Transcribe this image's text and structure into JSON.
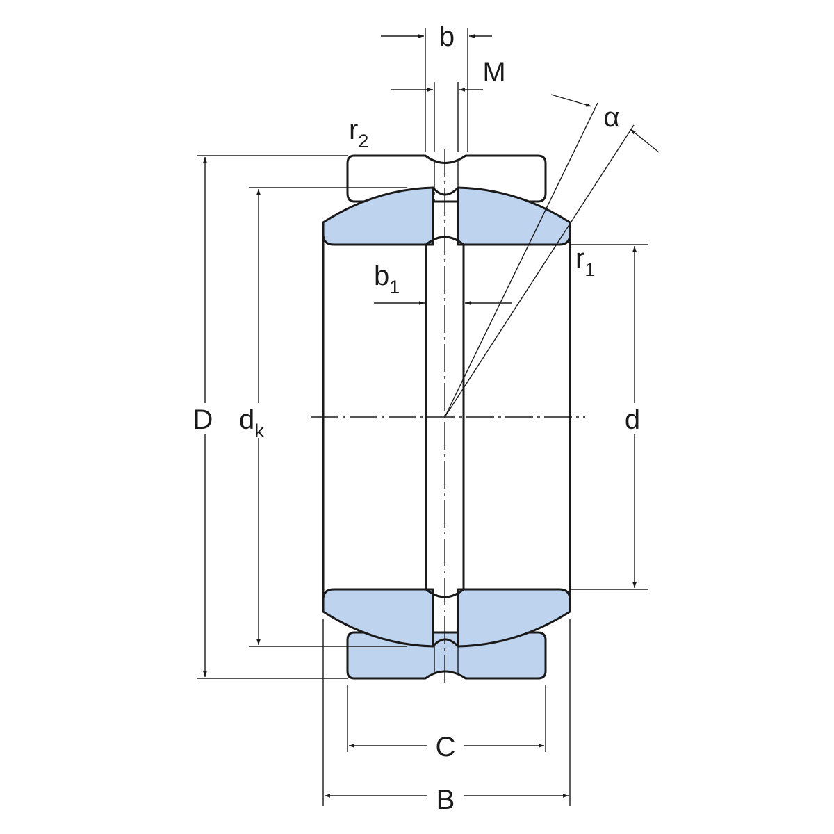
{
  "title": "Spherical plain bearing dimension drawing",
  "colors": {
    "section_fill": "#bdd3ee",
    "line": "#1a1a1a"
  },
  "labels": {
    "b": "b",
    "M": "M",
    "alpha": "α",
    "r2": {
      "base": "r",
      "sub": "2"
    },
    "r1": {
      "base": "r",
      "sub": "1"
    },
    "b1": {
      "base": "b",
      "sub": "1"
    },
    "D": "D",
    "dk": {
      "base": "d",
      "sub": "k"
    },
    "d": "d",
    "C": "C",
    "B": "B"
  }
}
